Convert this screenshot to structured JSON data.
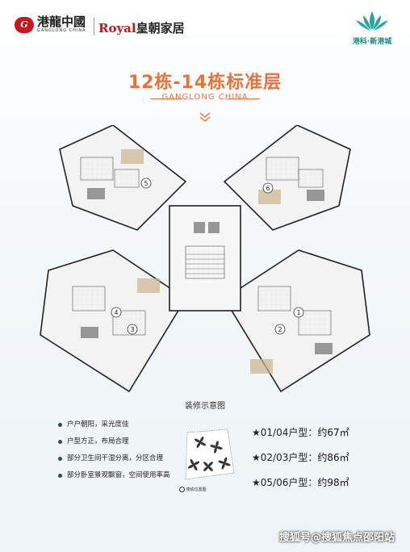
{
  "header": {
    "logo_left_cn": "港龍中國",
    "logo_left_en": "GANGLONG CHINA",
    "logo_royal_en": "Royal",
    "logo_royal_cn": "皇朝家居",
    "logo_right_cn": "港科·新港城"
  },
  "title": "12栋-14栋标准层",
  "subtitle": "GANGLONG CHINA",
  "plan": {
    "unit_numbers": [
      "5",
      "6",
      "4",
      "3",
      "1",
      "2"
    ],
    "caption": "装修示意图"
  },
  "features": [
    "户户朝阳，采光度佳",
    "户型方正，布局合理",
    "部分卫生间干湿分离，分区合理",
    "部分卧室景观飘窗，空间使用率高"
  ],
  "unit_types": [
    {
      "label": "★01/04户型：",
      "area": "约67㎡"
    },
    {
      "label": "★02/03户型：",
      "area": "约86㎡"
    },
    {
      "label": "★05/06户型：",
      "area": "约98㎡"
    }
  ],
  "site_plan_label": "楼栋位置图",
  "watermark": "搜狐号@搜狐焦点邵阳站",
  "colors": {
    "accent": "#e8733a",
    "brand_red": "#c8161d",
    "teal": "#1a8a85"
  }
}
